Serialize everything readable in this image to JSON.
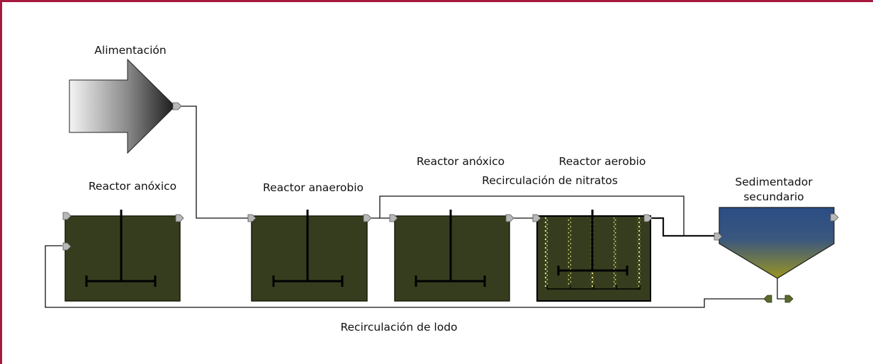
{
  "labels": {
    "feed": "Alimentación",
    "anoxic_reactor_1": "Reactor anóxico",
    "anaerobic_reactor": "Reactor anaerobio",
    "anoxic_reactor_2": "Reactor anóxico",
    "aerobic_reactor": "Reactor aerobio",
    "nitrate_recirculation": "Recirculación de nitratos",
    "secondary_settler_line1": "Sedimentador",
    "secondary_settler_line2": "secundario",
    "sludge_recirculation": "Recirculación de lodo"
  },
  "colors": {
    "frame": "#a6193e",
    "tank": "#363d1e",
    "connector": "#b8b8b8",
    "settler_top": "#2b4d85",
    "settler_bottom": "#8f8d28",
    "bubbles": "#e6e27a"
  }
}
